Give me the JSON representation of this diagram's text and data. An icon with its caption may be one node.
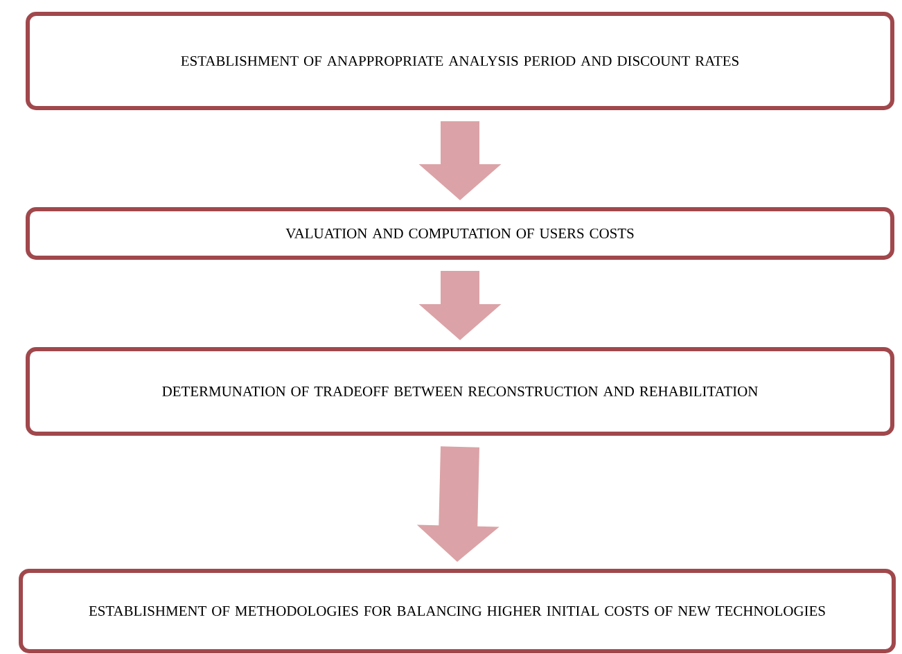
{
  "diagram": {
    "nodes": [
      {
        "text": [
          "ESTABLISHMENT OF ANAPPROPRIATE ANALYSIS PERIOD AND DISCOUNT RATES"
        ]
      },
      {
        "text": [
          "VALUATION AND COMPUTATION OF USERS COSTS"
        ]
      },
      {
        "text": [
          "DETERMUNATION OF TRADEOFF BETWEEN RECONSTRUCTION AND REHABILITATION"
        ]
      },
      {
        "text": [
          "ESTABLISHMENT OF METHODOLOGIES FOR BALANCING HIGHER INITIAL COSTS OF NEW TECHNOLOGIES"
        ]
      }
    ],
    "edges": [
      {
        "from": 0,
        "to": 1,
        "arrow": "to"
      },
      {
        "from": 1,
        "to": 2,
        "arrow": "to"
      },
      {
        "from": 2,
        "to": 3,
        "arrow": "to"
      }
    ]
  }
}
